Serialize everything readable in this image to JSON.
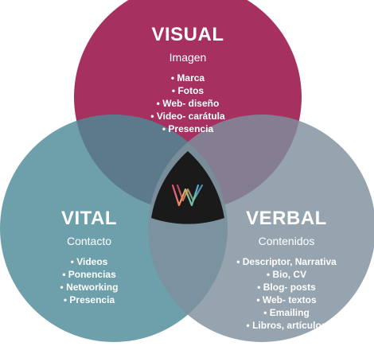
{
  "colors": {
    "visual": "#a6305f",
    "vital": "#4d8b97",
    "verbal": "#7e909e",
    "center": "#1a1a1a",
    "logo_gradient": [
      "#e64c7c",
      "#f4a35a",
      "#7bc7a6",
      "#5aa5d6"
    ]
  },
  "logo": {
    "icon": "w-logo-icon"
  },
  "visual": {
    "title": "VISUAL",
    "subtitle": "Imagen",
    "items": [
      "Marca",
      "Fotos",
      "Web- diseño",
      "Video- carátula",
      "Presencia"
    ]
  },
  "vital": {
    "title": "VITAL",
    "subtitle": "Contacto",
    "items": [
      "Videos",
      "Ponencias",
      "Networking",
      "Presencia"
    ]
  },
  "verbal": {
    "title": "VERBAL",
    "subtitle": "Contenidos",
    "items": [
      "Descriptor, Narrativa",
      "Bio, CV",
      "Blog- posts",
      "Web- textos",
      "Emailing",
      "Libros, artículos"
    ]
  }
}
